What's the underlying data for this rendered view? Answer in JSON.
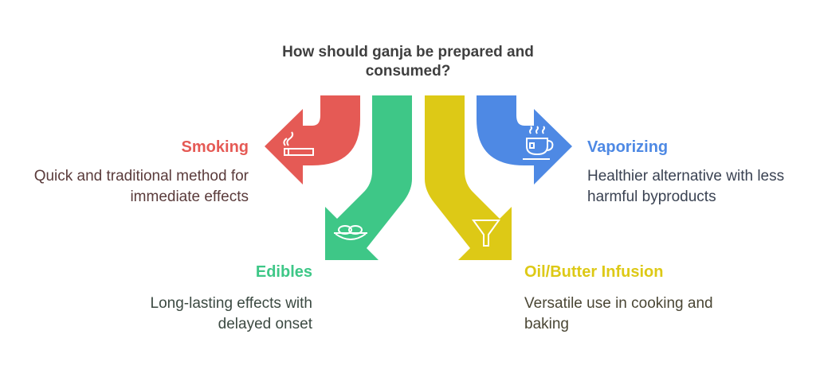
{
  "title": "How should ganja be prepared and consumed?",
  "colors": {
    "smoking": "#E55A55",
    "edibles": "#3EC787",
    "oil": "#DDC916",
    "vaporizing": "#4E89E4"
  },
  "options": [
    {
      "label": "Smoking",
      "description": "Quick and traditional method for immediate effects",
      "icon": "cigarette-icon"
    },
    {
      "label": "Edibles",
      "description": "Long-lasting effects with delayed onset",
      "icon": "cookie-bowl-icon"
    },
    {
      "label": "Oil/Butter Infusion",
      "description": "Versatile use in cooking and baking",
      "icon": "funnel-icon"
    },
    {
      "label": "Vaporizing",
      "description": "Healthier alternative with less harmful byproducts",
      "icon": "tea-cup-icon"
    }
  ]
}
